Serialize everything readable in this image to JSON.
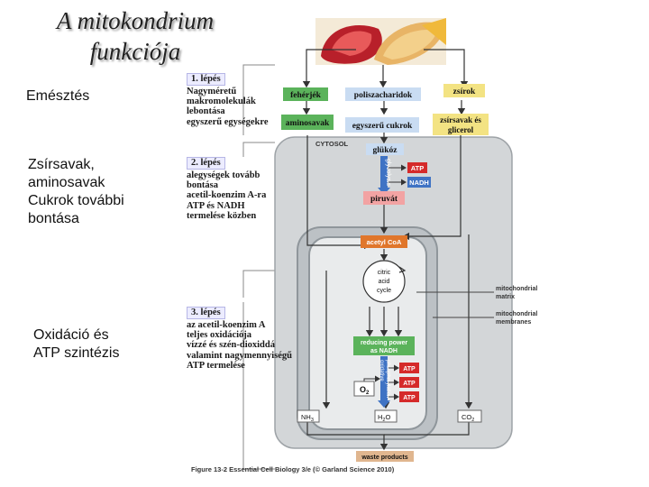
{
  "title": {
    "line1": "A mitokondrium",
    "line2": "funkciója"
  },
  "side_labels": {
    "digestion": "Emésztés",
    "breakdown": [
      "Zsírsavak,",
      "aminosavak",
      "Cukrok további",
      "bontása"
    ],
    "oxidation": [
      "Oxidáció és",
      "ATP szintézis"
    ]
  },
  "steps": [
    {
      "head": "1. lépés",
      "lines": [
        "Nagyméretű",
        "makromolekulák",
        "lebontása",
        "egyszerű egységekre"
      ]
    },
    {
      "head": "2. lépés",
      "lines": [
        "alegységek tovább",
        "bontása",
        "acetil-koenzim A-ra",
        "ATP és NADH",
        "termelése közben"
      ]
    },
    {
      "head": "3. lépés",
      "lines": [
        "az acetil-koenzim A",
        "teljes oxidációja",
        "vízzé és szén-dioxiddá",
        "valamint nagymennyiségű",
        "ATP termelése"
      ]
    }
  ],
  "diagram": {
    "food": [
      "fehérjék",
      "poliszacharidok",
      "zsírok"
    ],
    "subunits": [
      "aminosavak",
      "egyszerű cukrok",
      "zsírsavak és",
      "glicerol"
    ],
    "cytosol": "CYTOSOL",
    "glucose": "glükóz",
    "glycolysis": "glycolysis",
    "atp": "ATP",
    "nadh": "NADH",
    "pyruvate": "piruvát",
    "acetyl_coa": "acetyl CoA",
    "cycle": [
      "citric",
      "acid",
      "cycle"
    ],
    "reducing_power": [
      "reducing power",
      "as NADH"
    ],
    "oxidative_phosphorylation": [
      "oxidative",
      "phosphorylation"
    ],
    "o2": "O",
    "o2_sub": "2",
    "nh3": "NH",
    "nh3_sub": "3",
    "h2o": "H",
    "h2o_sub": "2",
    "h2o_tail": "O",
    "co2": "CO",
    "co2_sub": "2",
    "waste": "waste products",
    "matrix_label": [
      "mitochondrial",
      "matrix"
    ],
    "membranes_label": [
      "mitochondrial",
      "membranes"
    ],
    "caption": "Figure 13-2  Essential Cell Biology 3/e (© Garland Science 2010)"
  },
  "colors": {
    "green": "#5bb35b",
    "blue_box": "#c9dcf2",
    "yellow_box": "#f3e383",
    "pink_box": "#f2a3a3",
    "orange_box": "#e0762b",
    "red_box": "#d52a2a",
    "blue_arrow": "#3f73c4",
    "cell_gray": "#d3d6d8"
  }
}
